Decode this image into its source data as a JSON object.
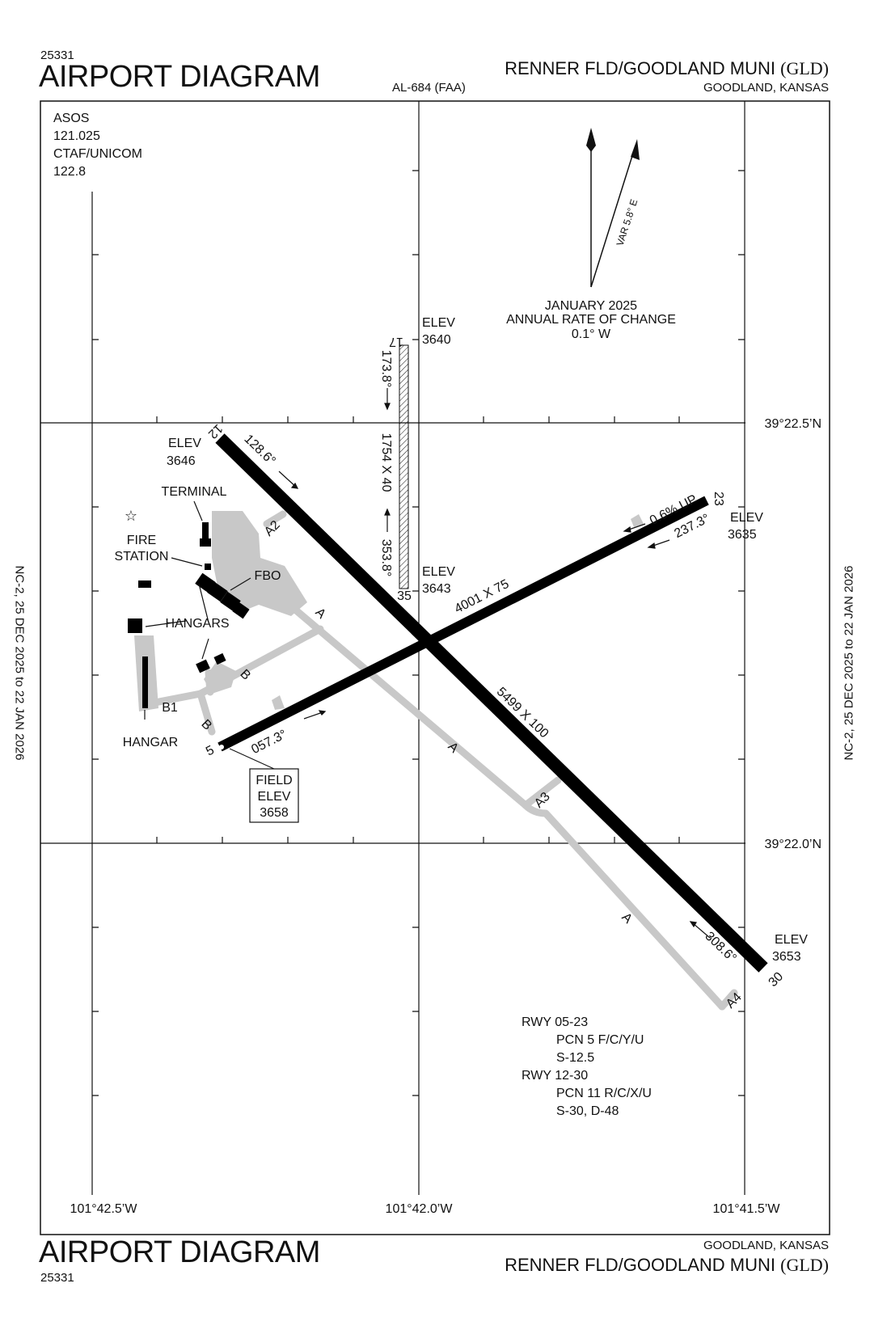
{
  "header": {
    "procedure_number": "25331",
    "title": "AIRPORT DIAGRAM",
    "faa_number": "AL-684 (FAA)",
    "airport_name": "RENNER FLD/GOODLAND MUNI",
    "airport_id": "(GLD)",
    "location": "GOODLAND, KANSAS"
  },
  "footer": {
    "procedure_number": "25331",
    "title": "AIRPORT DIAGRAM",
    "airport_name": "RENNER FLD/GOODLAND MUNI",
    "airport_id": "(GLD)",
    "location": "GOODLAND, KANSAS"
  },
  "side_notes": {
    "left": "NC-2,  25 DEC 2025  to  22 JAN 2026",
    "right": "NC-2,  25 DEC 2025  to  22 JAN 2026"
  },
  "communications": {
    "asos_label": "ASOS",
    "asos_freq": "121.025",
    "ctaf_label": "CTAF/UNICOM",
    "ctaf_freq": "122.8"
  },
  "magnetic": {
    "variation": "VAR 5.8° E",
    "date": "JANUARY 2025",
    "rate_label": "ANNUAL RATE OF CHANGE",
    "rate_value": "0.1° W"
  },
  "coordinates": {
    "lat_north": "39°22.5’N",
    "lat_south": "39°22.0’N",
    "lon_west": "101°42.5’W",
    "lon_mid": "101°42.0’W",
    "lon_east": "101°41.5’W"
  },
  "runways": {
    "rwy_12_30": {
      "end_12": "12",
      "end_30": "30",
      "heading_12": "128.6°",
      "heading_30": "308.6°",
      "dimensions": "5499 X 100",
      "elev_label": "ELEV",
      "elev_12": "3646",
      "elev_30": "3653"
    },
    "rwy_05_23": {
      "end_5": "5",
      "end_23": "23",
      "heading_5": "057.3°",
      "heading_23": "237.3°",
      "dimensions": "4001 X 75",
      "gradient": "0.6% UP",
      "elev_label": "ELEV",
      "elev_23": "3635"
    },
    "rwy_17_35": {
      "end_17": "17",
      "end_35": "35",
      "heading_17": "173.8°",
      "heading_35": "353.8°",
      "dimensions": "1754 X 40",
      "elev_label": "ELEV",
      "elev_17": "3640",
      "elev_35": "3643"
    }
  },
  "field_elev": {
    "line1": "FIELD",
    "line2": "ELEV",
    "value": "3658"
  },
  "facilities": {
    "terminal": "TERMINAL",
    "fire_station_1": "FIRE",
    "fire_station_2": "STATION",
    "fbo": "FBO",
    "hangars": "HANGARS",
    "hangar": "HANGAR"
  },
  "taxiways": {
    "a": "A",
    "a2": "A2",
    "a3": "A3",
    "a4": "A4",
    "b": "B",
    "b1": "B1"
  },
  "runway_data": {
    "rwy1_label": "RWY 05-23",
    "rwy1_pcn": "PCN 5 F/C/Y/U",
    "rwy1_strength": "S-12.5",
    "rwy2_label": "RWY 12-30",
    "rwy2_pcn": "PCN 11 R/C/X/U",
    "rwy2_strength": "S-30, D-48"
  }
}
